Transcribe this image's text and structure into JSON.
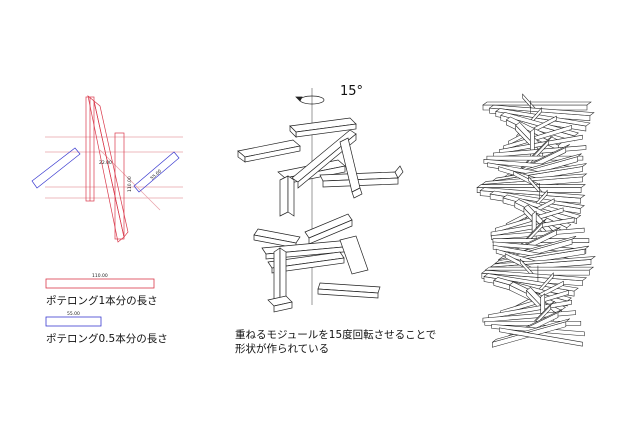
{
  "left_panel": {
    "legend_full_label": "ポテロング1本分の長さ",
    "legend_half_label": "ポテロング0.5本分の長さ",
    "dim_full": "110.00",
    "dim_half": "55.00",
    "dim_center": "22.00",
    "dim_vertical": "110.00",
    "dim_diag": "55.00",
    "colors": {
      "full": "#d9384a",
      "half": "#3a3ad0",
      "guide": "#e8a0a8"
    }
  },
  "middle_panel": {
    "angle_label": "15°",
    "caption_line1": "重ねるモジュールを15度回転させることで",
    "caption_line2": "形状が作られている"
  },
  "right_panel": {
    "description": ""
  }
}
